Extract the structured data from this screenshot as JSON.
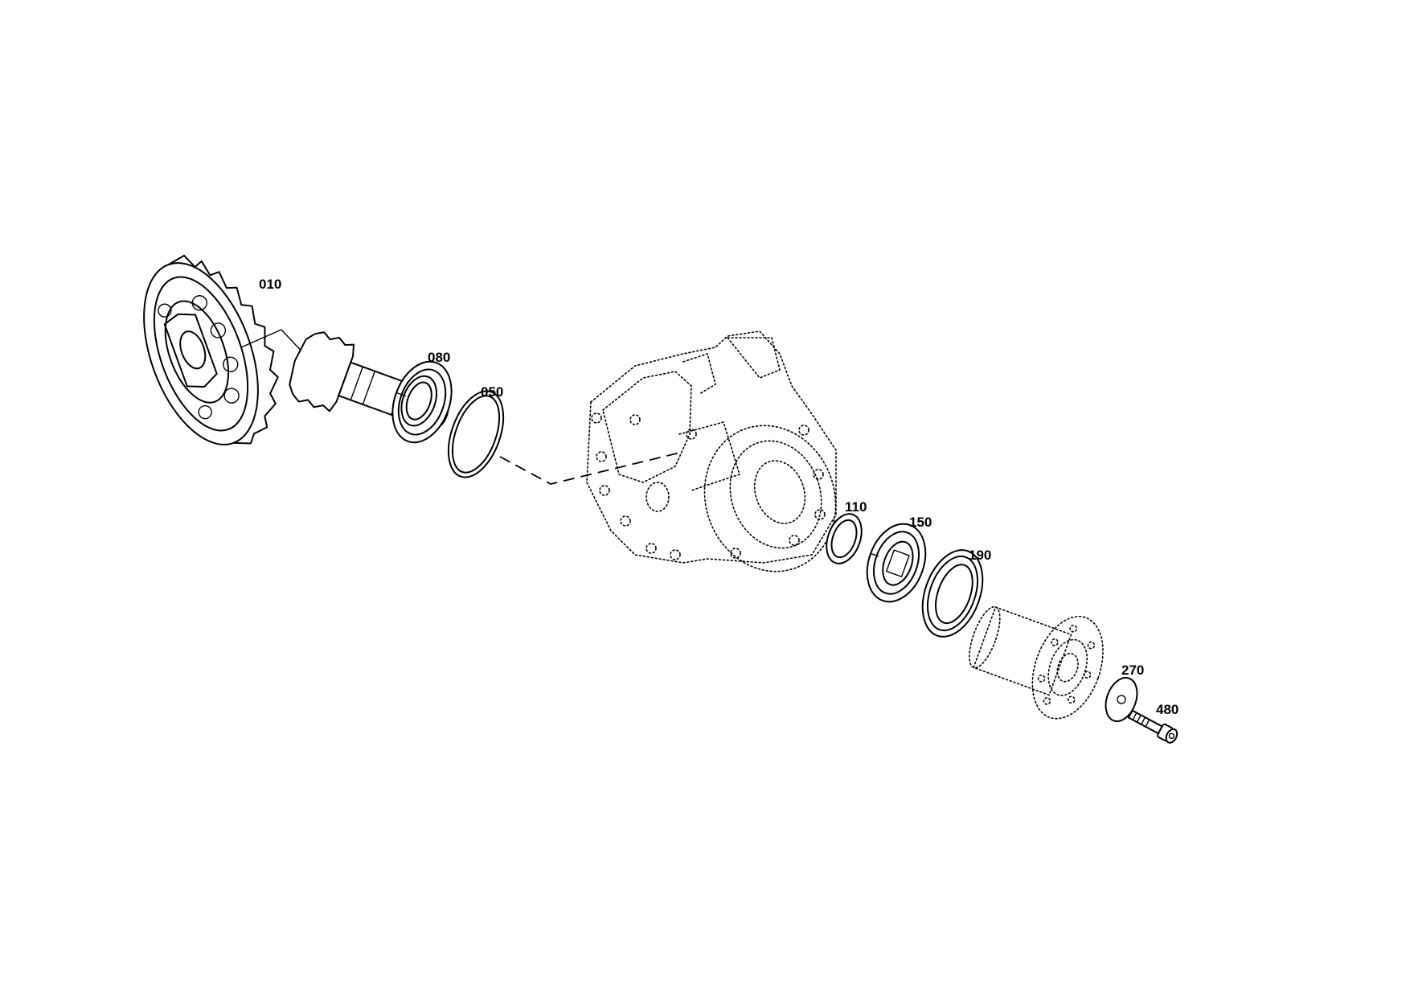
{
  "callouts": {
    "p010": "010",
    "p080": "080",
    "p050": "050",
    "p110": "110",
    "p150": "150",
    "p190": "190",
    "p270": "270",
    "p480": "480"
  }
}
